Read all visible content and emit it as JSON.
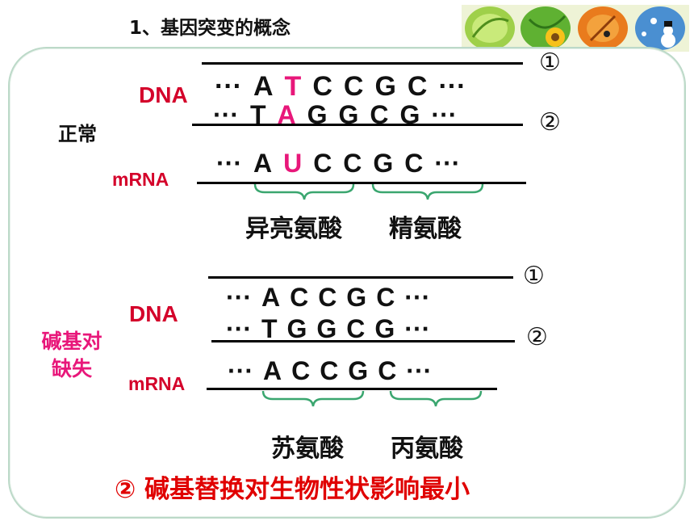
{
  "title": "1、基因突变的概念",
  "header_image": [
    "leaf-spring-icon",
    "sunflower-icon",
    "autumn-leaf-icon",
    "snowman-icon"
  ],
  "normal": {
    "side_label": "正常",
    "dna_label": "DNA",
    "mrna_label": "mRNA",
    "strand1": [
      "···",
      "A",
      "T",
      "C",
      "C",
      "G",
      "C",
      "···"
    ],
    "strand1_highlight": [
      2
    ],
    "strand2": [
      "···",
      "T",
      "A",
      "G",
      "G",
      "C",
      "G",
      "···"
    ],
    "strand2_highlight": [
      2
    ],
    "mrna": [
      "···",
      "A",
      "U",
      "C",
      "C",
      "G",
      "C",
      "···"
    ],
    "mrna_highlight": [
      2
    ],
    "marker1": "①",
    "marker2": "②",
    "amino_acids": [
      "异亮氨酸",
      "精氨酸"
    ]
  },
  "deletion": {
    "side_label_line1": "碱基对",
    "side_label_line2": "缺失",
    "dna_label": "DNA",
    "mrna_label": "mRNA",
    "strand1": [
      "···",
      "A",
      "C",
      "C",
      "G",
      "C",
      "···"
    ],
    "strand2": [
      "···",
      "T",
      "G",
      "G",
      "C",
      "G",
      "···"
    ],
    "mrna": [
      "···",
      "A",
      "C",
      "C",
      "G",
      "C",
      "···"
    ],
    "marker1": "①",
    "marker2": "②",
    "amino_acids": [
      "苏氨酸",
      "丙氨酸"
    ]
  },
  "conclusion": "②  碱基替换对生物性状影响最小",
  "colors": {
    "highlight": "#e8177a",
    "label_red": "#d4002a",
    "conclusion_red": "#e00000",
    "brace_green": "#3aa66f"
  }
}
